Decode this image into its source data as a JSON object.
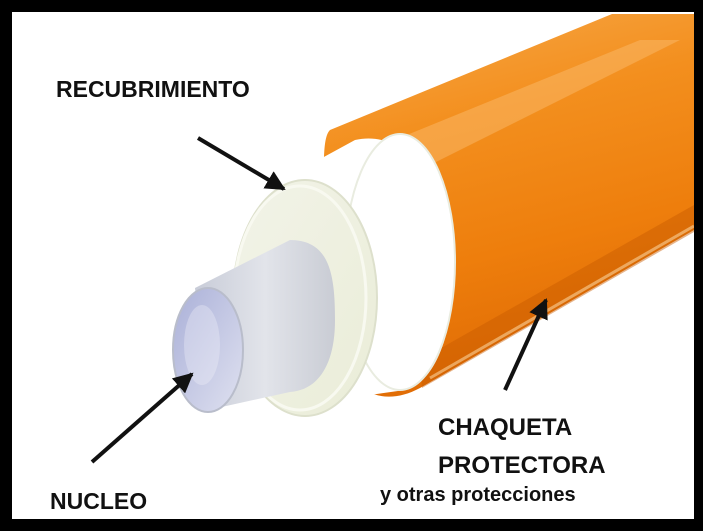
{
  "labels": {
    "coating": "RECUBRIMIENTO",
    "jacket_line1": "CHAQUETA",
    "jacket_line2": "PROTECTORA",
    "jacket_line3": "y otras protecciones",
    "core": "NUCLEO"
  },
  "colors": {
    "frame": "#000000",
    "background": "#ffffff",
    "jacket": "#f08a18",
    "coating": "#f4f6e4",
    "core": "#d2d5e0"
  }
}
